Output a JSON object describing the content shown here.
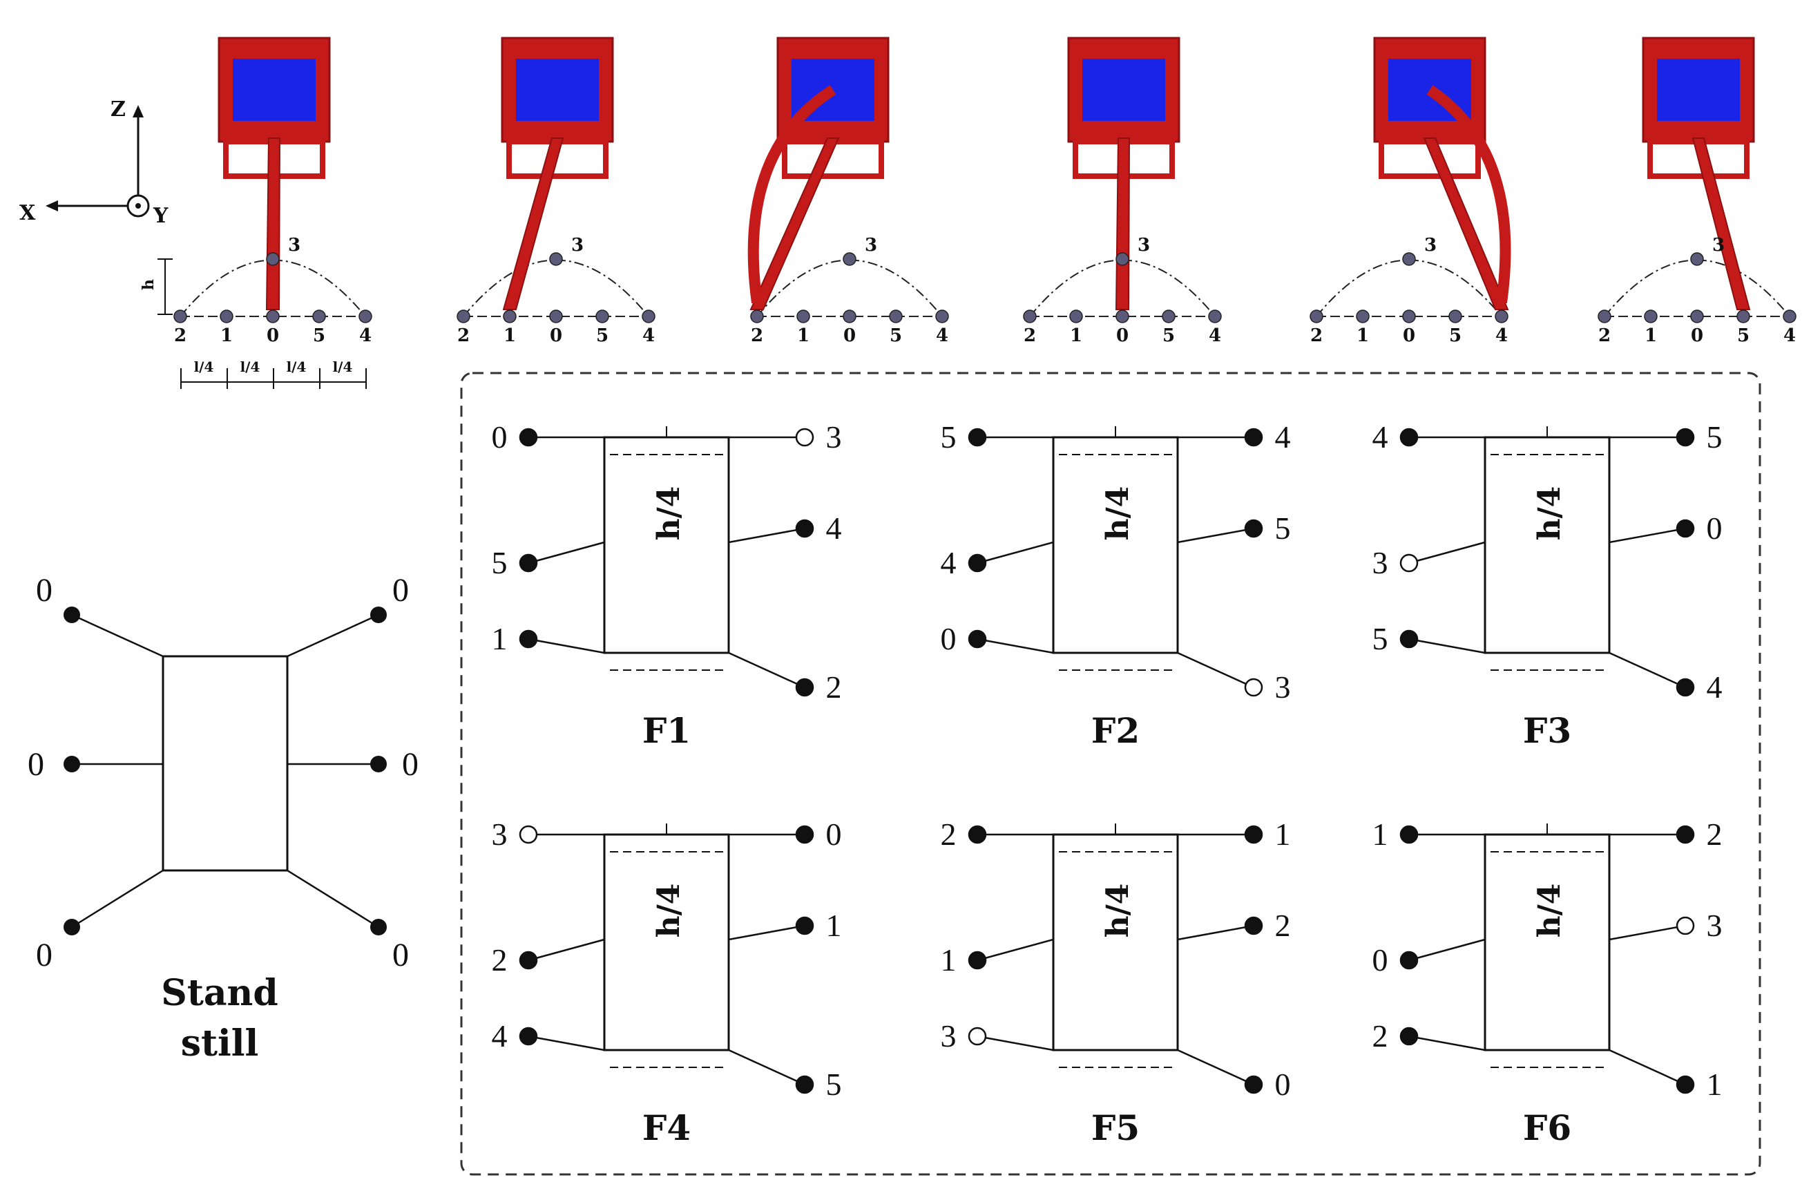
{
  "axes": {
    "z": "Z",
    "x": "X",
    "y": "Y"
  },
  "height_label": "h",
  "spacing_label": "l/4",
  "pose_labels": {
    "apex": "3",
    "bottom": [
      "2",
      "1",
      "0",
      "5",
      "4"
    ]
  },
  "stand_still": {
    "title_line1": "Stand",
    "title_line2": "still",
    "legs": [
      "0",
      "0",
      "0",
      "0",
      "0",
      "0"
    ]
  },
  "body_label": "h/4",
  "footprints": [
    {
      "name": "F1",
      "legs": [
        "0",
        "3",
        "5",
        "4",
        "1",
        "2"
      ]
    },
    {
      "name": "F2",
      "legs": [
        "5",
        "4",
        "4",
        "5",
        "0",
        "3"
      ]
    },
    {
      "name": "F3",
      "legs": [
        "4",
        "5",
        "3",
        "0",
        "5",
        "4"
      ]
    },
    {
      "name": "F4",
      "legs": [
        "3",
        "0",
        "2",
        "1",
        "4",
        "5"
      ]
    },
    {
      "name": "F5",
      "legs": [
        "2",
        "1",
        "1",
        "2",
        "3",
        "0"
      ]
    },
    {
      "name": "F6",
      "legs": [
        "1",
        "2",
        "0",
        "3",
        "2",
        "1"
      ]
    }
  ],
  "colors": {
    "robot_red": "#c41a1a",
    "robot_dark_red": "#8e1010",
    "robot_blue": "#1a24e6",
    "marker": "#5c5a78"
  }
}
